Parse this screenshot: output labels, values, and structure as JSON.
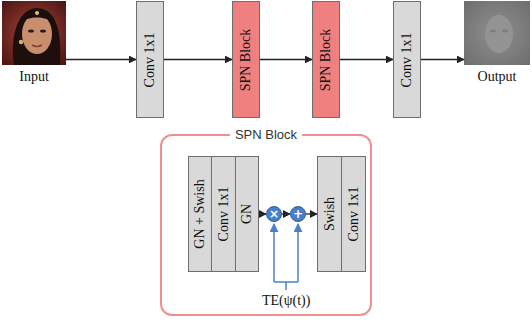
{
  "diagram": {
    "nodes": [
      {
        "text": [
          "Input"
        ]
      },
      {
        "text": [
          "Conv 1x1"
        ]
      },
      {
        "text": [
          "SPN Block"
        ]
      },
      {
        "text": [
          "SPN Block"
        ]
      },
      {
        "text": [
          "Conv 1x1"
        ]
      },
      {
        "text": [
          "Output"
        ]
      },
      {
        "text": [
          "SPN Block"
        ]
      },
      {
        "text": [
          "GN + Swish"
        ],
        "in": 6
      },
      {
        "text": [
          "Conv 1x1"
        ],
        "in": 6
      },
      {
        "text": [
          "GN"
        ],
        "in": 6
      },
      {
        "text": [
          "×"
        ],
        "in": 6
      },
      {
        "text": [
          "+"
        ],
        "in": 6
      },
      {
        "text": [
          "Swish"
        ],
        "in": 6
      },
      {
        "text": [
          "Conv 1x1"
        ],
        "in": 6
      }
    ],
    "edges": [
      {
        "from": 0,
        "to": 1,
        "arrow": "to"
      },
      {
        "from": 1,
        "to": 2,
        "arrow": "to"
      },
      {
        "from": 2,
        "to": 3,
        "arrow": "to"
      },
      {
        "from": 3,
        "to": 4,
        "arrow": "to"
      },
      {
        "from": 4,
        "to": 5,
        "arrow": "to"
      },
      {
        "from": 9,
        "to": 10,
        "arrow": "to"
      },
      {
        "from": 10,
        "to": 11,
        "arrow": "to"
      },
      {
        "from": 11,
        "to": 12,
        "arrow": "to"
      }
    ],
    "labels": [
      "TE(ψ(t))"
    ]
  }
}
